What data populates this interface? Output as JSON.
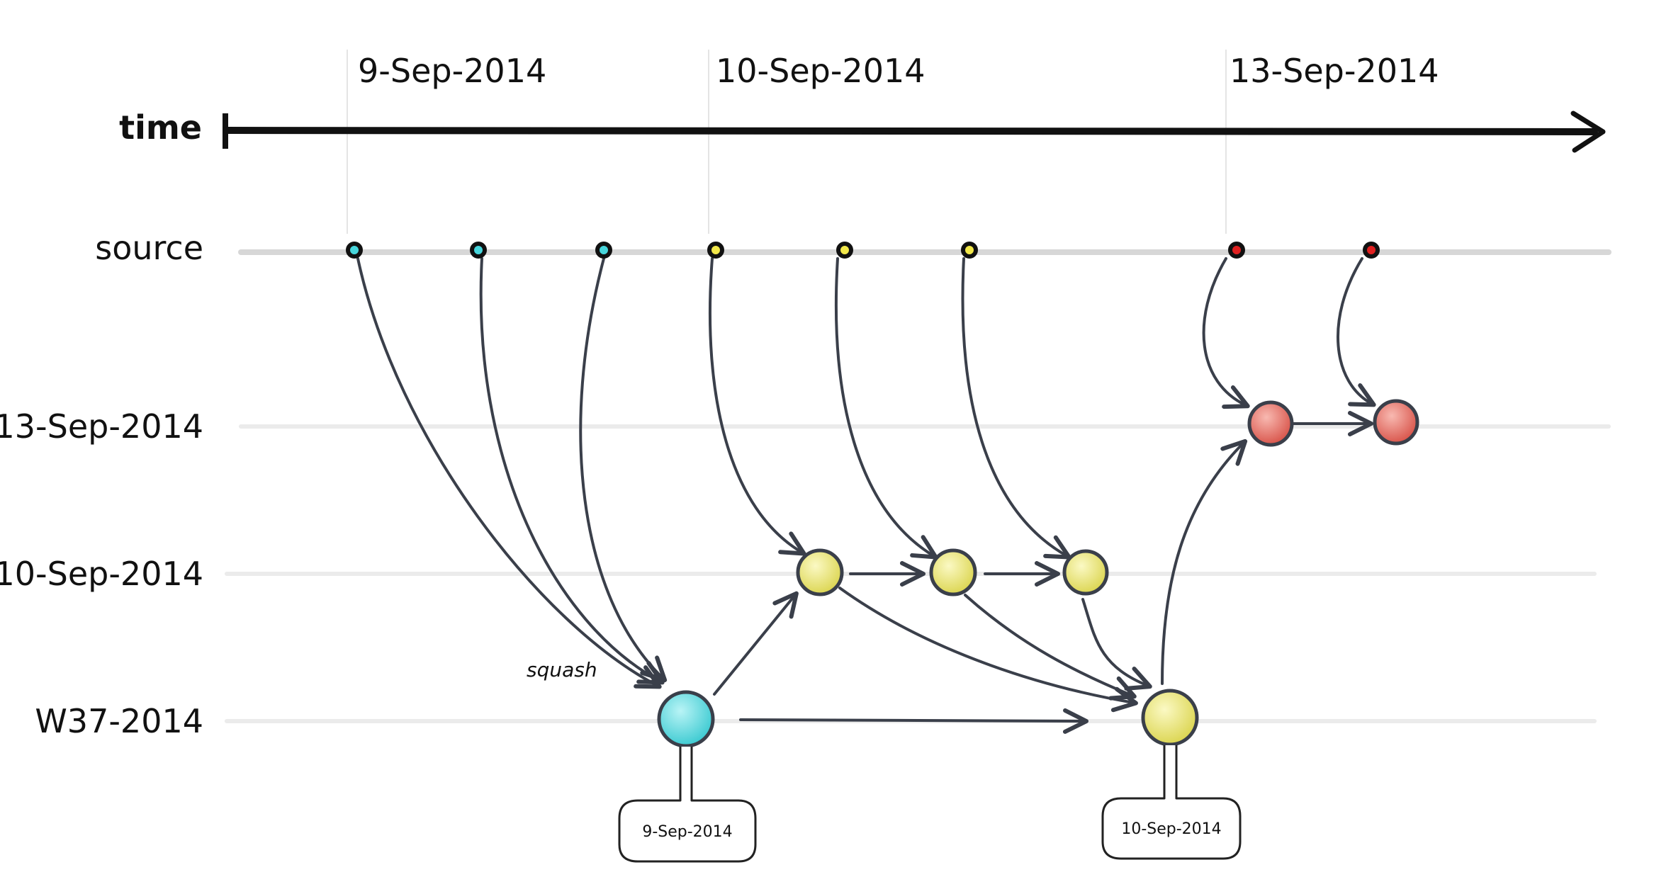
{
  "time_axis": {
    "label": "time",
    "dates": [
      "9-Sep-2014",
      "10-Sep-2014",
      "13-Sep-2014"
    ]
  },
  "lanes": {
    "source": "source",
    "sep13": "13-Sep-2014",
    "sep10": "10-Sep-2014",
    "w37": "W37-2014"
  },
  "annotations": {
    "squash": "squash"
  },
  "callouts": [
    {
      "id": "w37-cyan-tag",
      "text": "9-Sep-2014"
    },
    {
      "id": "w37-yellow-tag",
      "text": "10-Sep-2014"
    }
  ],
  "colors": {
    "cyan": "#47d6dc",
    "yellow": "#e8e46a",
    "red": "#e0635a",
    "arrow": "#3a3f4a",
    "lane": "#d7d7d7"
  }
}
